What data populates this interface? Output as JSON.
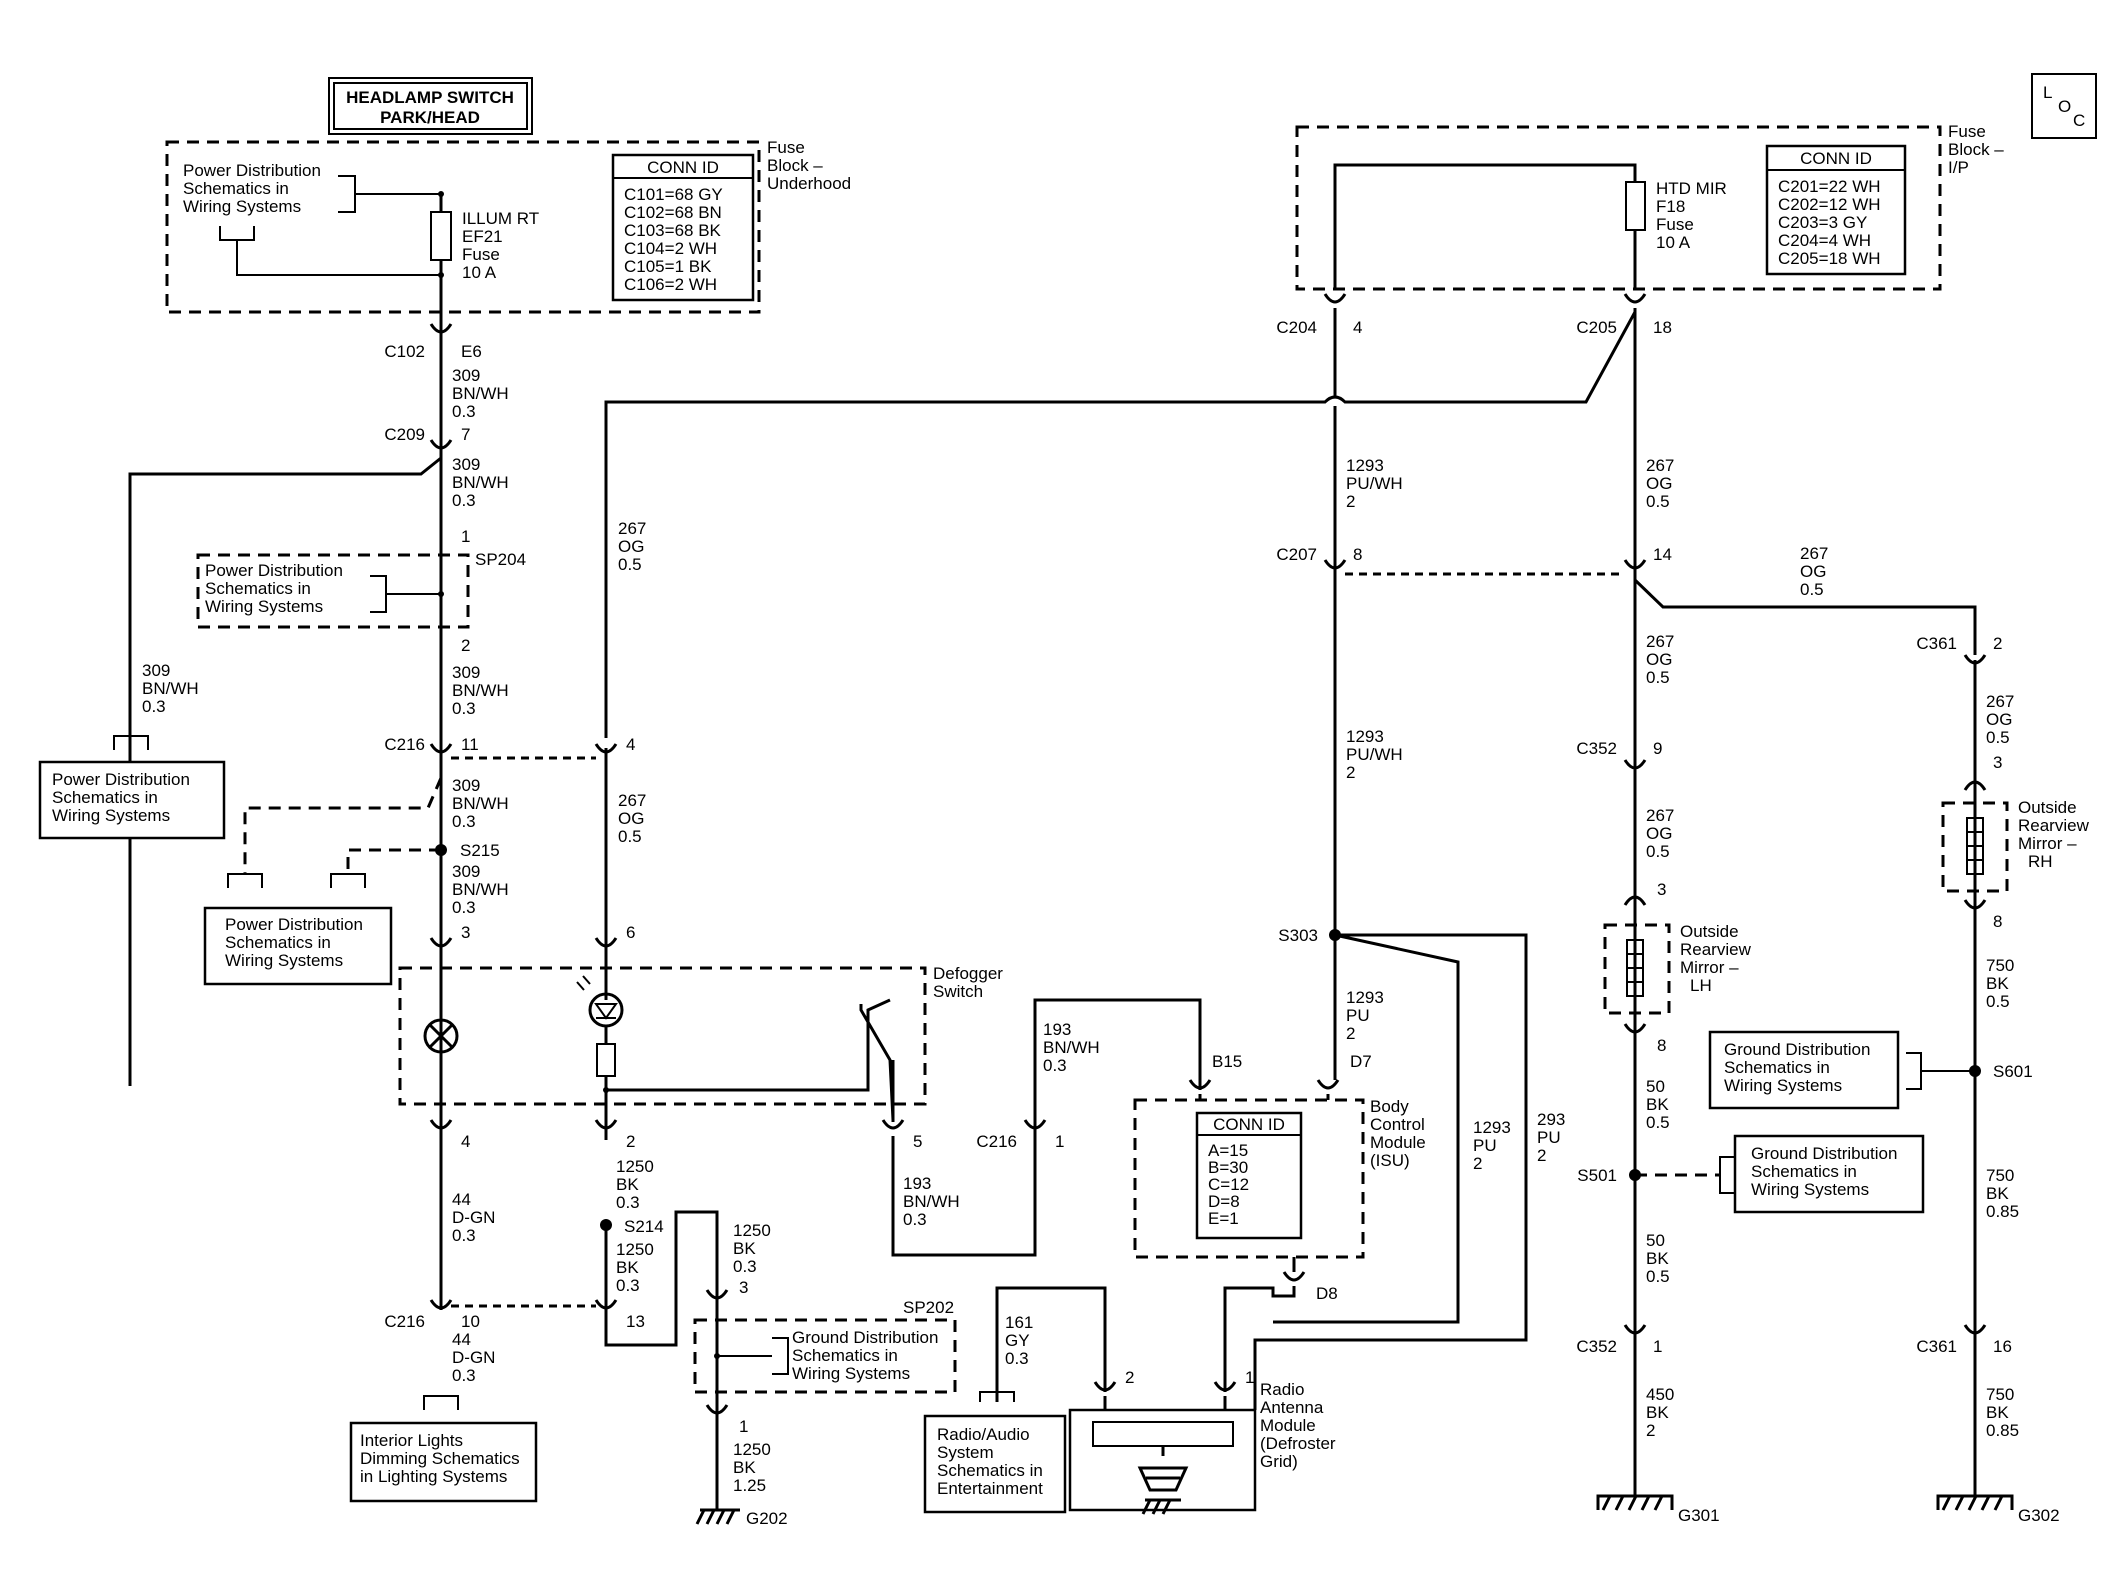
{
  "title": {
    "line1": "HEADLAMP SWITCH",
    "line2": "PARK/HEAD"
  },
  "loc_icon": [
    "L",
    "O",
    "C"
  ],
  "fuse_block_underhood": {
    "label": [
      "Fuse",
      "Block –",
      "Underhood"
    ],
    "conn_id_title": "CONN ID",
    "conn_ids": [
      "C101=68 GY",
      "C102=68 BN",
      "C103=68 BK",
      "C104=2 WH",
      "C105=1 BK",
      "C106=2 WH"
    ],
    "fuse": [
      "ILLUM RT",
      "EF21",
      "Fuse",
      "10 A"
    ]
  },
  "fuse_block_ip": {
    "label": [
      "Fuse",
      "Block –",
      "I/P"
    ],
    "conn_id_title": "CONN ID",
    "conn_ids": [
      "C201=22 WH",
      "C202=12 WH",
      "C203=3 GY",
      "C204=4 WH",
      "C205=18 WH"
    ],
    "fuse": [
      "HTD MIR",
      "F18",
      "Fuse",
      "10 A"
    ]
  },
  "bcm": {
    "label": [
      "Body",
      "Control",
      "Module",
      "(ISU)"
    ],
    "conn_id_title": "CONN ID",
    "conn_ids": [
      "A=15",
      "B=30",
      "C=12",
      "D=8",
      "E=1"
    ]
  },
  "ref": {
    "power_dist": [
      "Power Distribution",
      "Schematics in",
      "Wiring Systems"
    ],
    "ground_dist": [
      "Ground Distribution",
      "Schematics in",
      "Wiring Systems"
    ],
    "interior_lights": [
      "Interior Lights",
      "Dimming Schematics",
      "in Lighting Systems"
    ],
    "radio_audio": [
      "Radio/Audio",
      "System",
      "Schematics in",
      "Entertainment"
    ]
  },
  "components": {
    "defogger_switch": [
      "Defogger",
      "Switch"
    ],
    "mirror_lh": [
      "Outside",
      "Rearview",
      "Mirror –",
      "LH"
    ],
    "mirror_rh": [
      "Outside",
      "Rearview",
      "Mirror –",
      "RH"
    ],
    "radio_antenna": [
      "Radio",
      "Antenna",
      "Module",
      "(Defroster",
      "Grid)"
    ]
  },
  "connectors": {
    "c102": "C102",
    "c102_pin": "E6",
    "c209": "C209",
    "c209_pin": "7",
    "sp204": "SP204",
    "sp204_p1": "1",
    "sp204_p2": "2",
    "c216a": "C216",
    "c216a_pin11": "11",
    "c216a_pin4": "4",
    "s215": "S215",
    "pin3": "3",
    "pin6": "6",
    "pin4": "4",
    "pin2": "2",
    "pin5": "5",
    "s214": "S214",
    "c216b": "C216",
    "c216b_pin10": "10",
    "c216b_pin13": "13",
    "sp202": "SP202",
    "sp202_p3": "3",
    "sp202_p1": "1",
    "g202": "G202",
    "c216c": "C216",
    "c216c_pin1": "1",
    "b15": "B15",
    "d7": "D7",
    "d8": "D8",
    "c204": "C204",
    "c204_pin": "4",
    "c205": "C205",
    "c205_pin": "18",
    "c207": "C207",
    "c207_pin8": "8",
    "c207_pin14": "14",
    "s303": "S303",
    "c352a": "C352",
    "c352a_pin": "9",
    "mirror_lh_p3": "3",
    "mirror_lh_p8": "8",
    "s501": "S501",
    "c352b": "C352",
    "c352b_pin": "1",
    "g301": "G301",
    "c361a": "C361",
    "c361a_pin": "2",
    "mirror_rh_p3": "3",
    "mirror_rh_p8": "8",
    "s601": "S601",
    "c361b": "C361",
    "c361b_pin": "16",
    "g302": "G302",
    "radio_p2": "2",
    "radio_p1": "1"
  },
  "wires": {
    "w309_a": [
      "309",
      "BN/WH",
      "0.3"
    ],
    "w309_b": [
      "309",
      "BN/WH",
      "0.3"
    ],
    "w309_c": [
      "309",
      "BN/WH",
      "0.3"
    ],
    "w309_d": [
      "309",
      "BN/WH",
      "0.3"
    ],
    "w309_e": [
      "309",
      "BN/WH",
      "0.3"
    ],
    "w309_f": [
      "309",
      "BN/WH",
      "0.3"
    ],
    "w267_a": [
      "267",
      "OG",
      "0.5"
    ],
    "w267_b": [
      "267",
      "OG",
      "0.5"
    ],
    "w44_a": [
      "44",
      "D-GN",
      "0.3"
    ],
    "w44_b": [
      "44",
      "D-GN",
      "0.3"
    ],
    "w1250_a": [
      "1250",
      "BK",
      "0.3"
    ],
    "w1250_b": [
      "1250",
      "BK",
      "0.3"
    ],
    "w1250_c": [
      "1250",
      "BK",
      "0.3"
    ],
    "w1250_d": [
      "1250",
      "BK",
      "1.25"
    ],
    "w193_a": [
      "193",
      "BN/WH",
      "0.3"
    ],
    "w193_b": [
      "193",
      "BN/WH",
      "0.3"
    ],
    "w161": [
      "161",
      "GY",
      "0.3"
    ],
    "w1293_a": [
      "1293",
      "PU/WH",
      "2"
    ],
    "w1293_b": [
      "1293",
      "PU/WH",
      "2"
    ],
    "w1293_c": [
      "1293",
      "PU",
      "2"
    ],
    "w1293_d": [
      "1293",
      "PU",
      "2"
    ],
    "w293": [
      "293",
      "PU",
      "2"
    ],
    "w267_c": [
      "267",
      "OG",
      "0.5"
    ],
    "w267_d": [
      "267",
      "OG",
      "0.5"
    ],
    "w267_e": [
      "267",
      "OG",
      "0.5"
    ],
    "w267_f": [
      "267",
      "OG",
      "0.5"
    ],
    "w267_g": [
      "267",
      "OG",
      "0.5"
    ],
    "w50_a": [
      "50",
      "BK",
      "0.5"
    ],
    "w50_b": [
      "50",
      "BK",
      "0.5"
    ],
    "w450": [
      "450",
      "BK",
      "2"
    ],
    "w750_a": [
      "750",
      "BK",
      "0.5"
    ],
    "w750_b": [
      "750",
      "BK",
      "0.85"
    ],
    "w750_c": [
      "750",
      "BK",
      "0.85"
    ]
  }
}
